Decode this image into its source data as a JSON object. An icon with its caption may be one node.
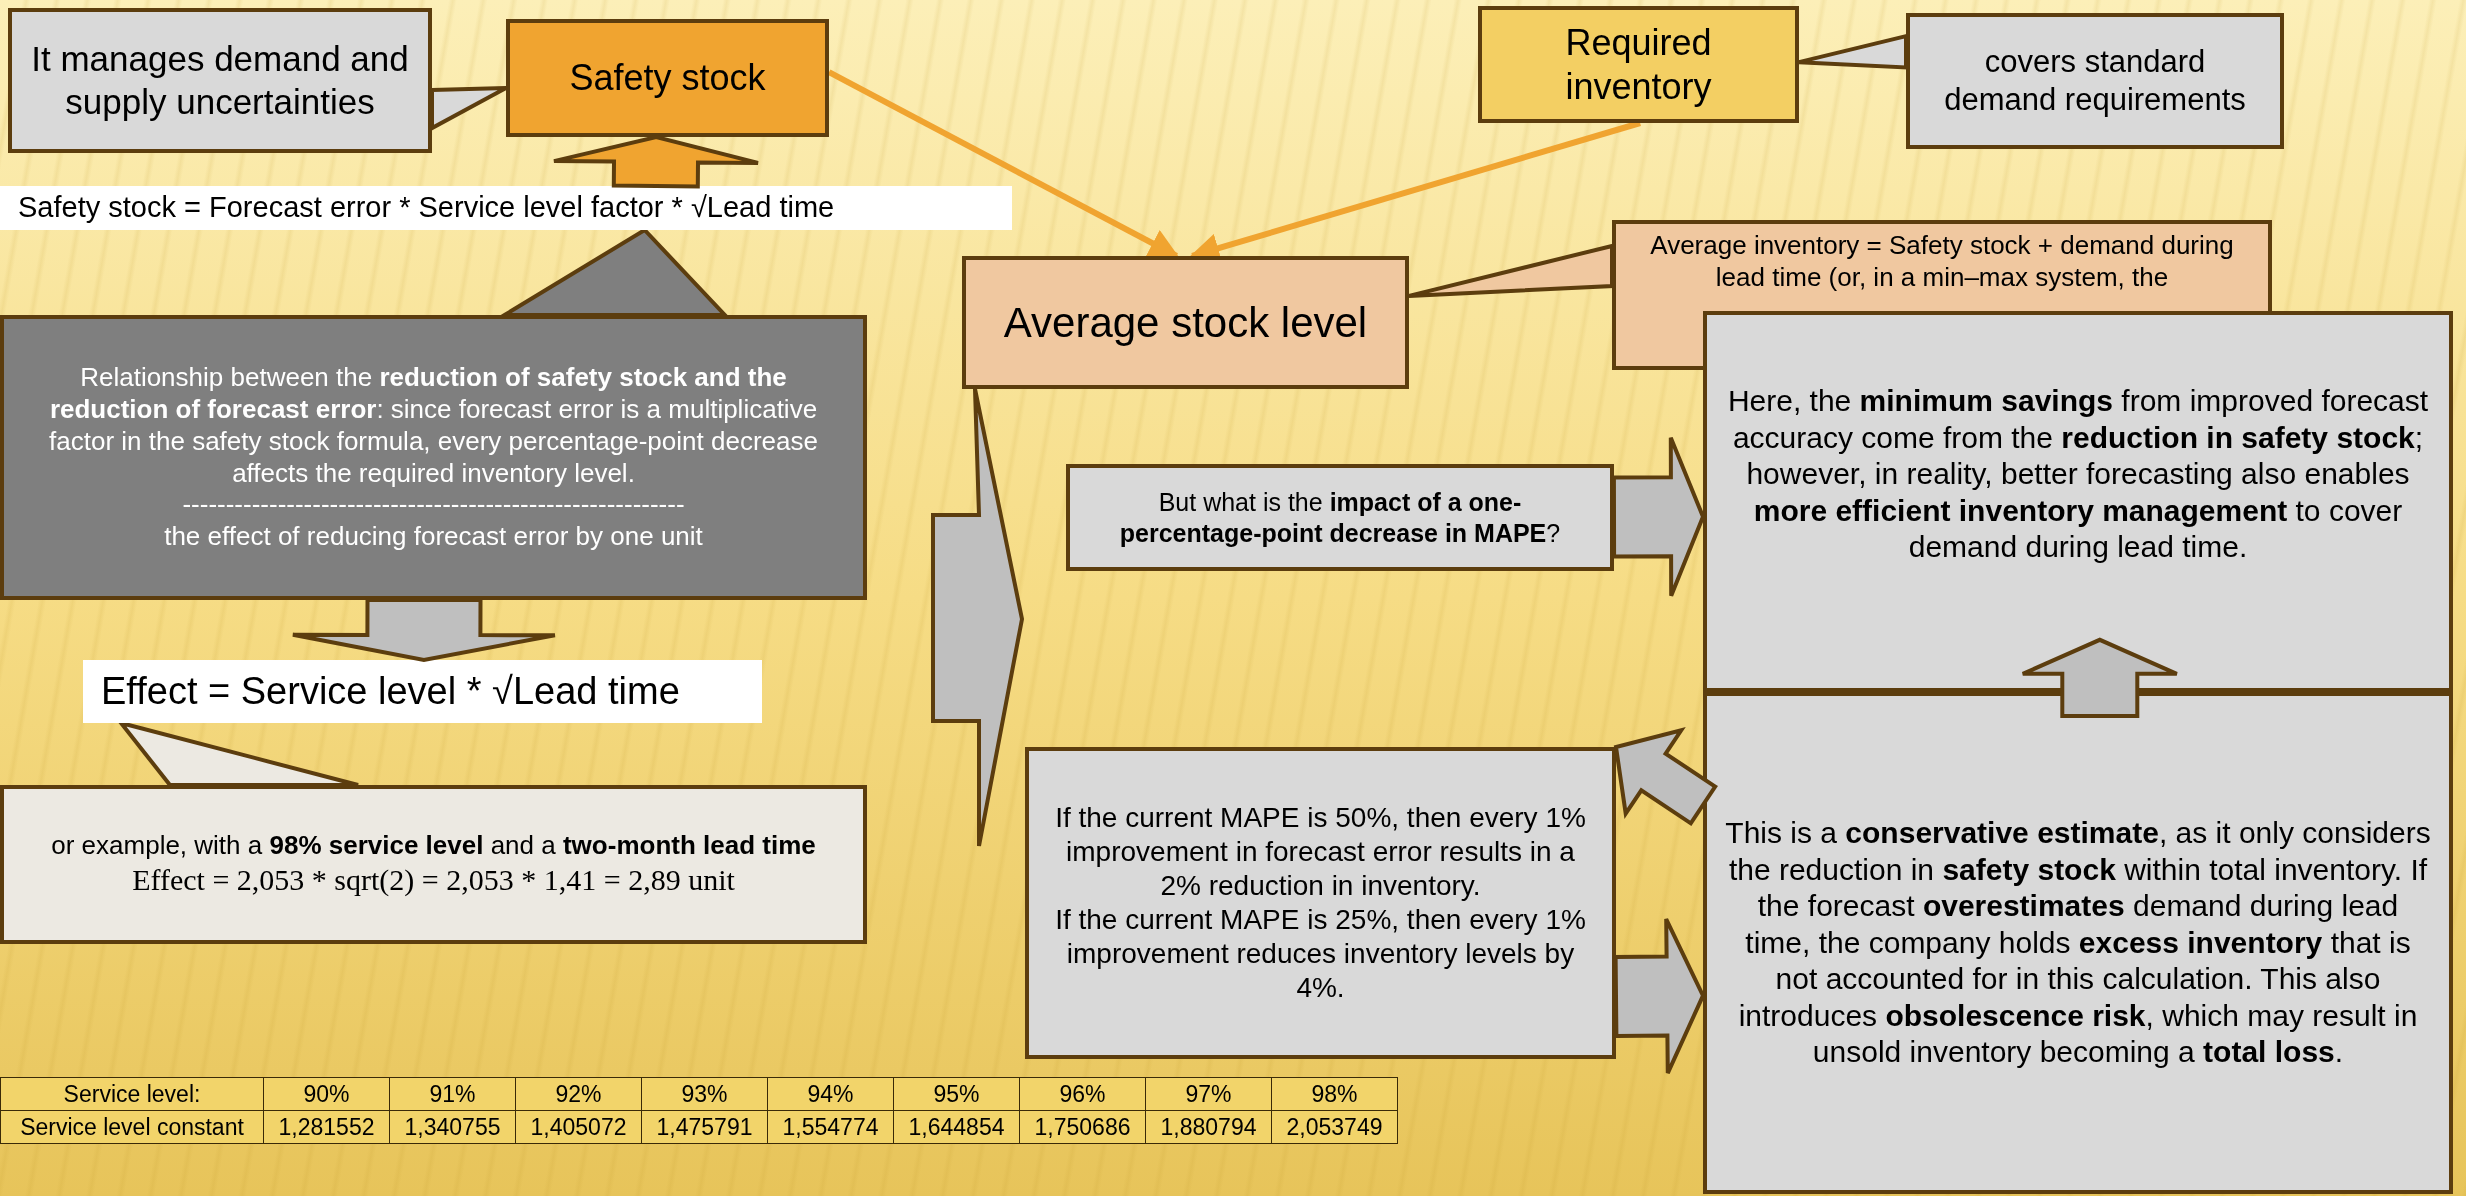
{
  "diagram": {
    "nodes": [
      {
        "text": [
          "It manages demand and supply uncertainties"
        ]
      },
      {
        "text": [
          "Safety stock"
        ]
      },
      {
        "text": [
          "Required inventory"
        ]
      },
      {
        "text": [
          "covers standard demand requirements"
        ]
      },
      {
        "text": [
          "Safety stock = Forecast error * Service level factor * √Lead time"
        ]
      },
      {
        "text": [
          "Relationship between the **reduction of safety stock and the reduction of forecast error**: since forecast error is a multiplicative factor in the safety stock formula, every percentage-point decrease affects the required inventory level.",
          "----------------------------------------------------------",
          "the effect of reducing forecast error by one unit"
        ]
      },
      {
        "text": [
          "Average stock level"
        ]
      },
      {
        "text": [
          "Average inventory = Safety stock + demand during lead time (or, in a min–max system, the"
        ]
      },
      {
        "text": [
          "But what is the **impact of a one-percentage-point decrease in MAPE**?"
        ]
      },
      {
        "text": [
          "Here, the **minimum savings** from improved forecast accuracy come from the **reduction in safety stock**; however, in reality, better forecasting also enables **more efficient inventory management** to cover demand during lead time."
        ]
      },
      {
        "text": [
          "Effect = Service level * √Lead time"
        ]
      },
      {
        "text": [
          "or example, with a **98% service level** and a **two-month lead time**",
          "Effect = 2,053 * sqrt(2) = 2,053 * 1,41 = 2,89 unit"
        ]
      },
      {
        "text": [
          "If the current MAPE is 50%, then every 1% improvement in forecast error results in a 2% reduction in inventory.",
          "If the current MAPE is 25%, then every 1% improvement reduces inventory levels by 4%."
        ]
      },
      {
        "text": [
          "This is a **conservative estimate**, as it only considers the reduction in **safety stock** within total inventory. If the forecast **overestimates** demand during lead time, the company holds **excess inventory** that is not accounted for in this calculation. This also introduces **obsolescence risk**, which may result in unsold inventory becoming a **total loss**."
        ]
      }
    ],
    "edges": [
      {
        "from": 0,
        "to": 1,
        "arrow": "none"
      },
      {
        "from": 3,
        "to": 2,
        "arrow": "none"
      },
      {
        "from": 1,
        "to": 6,
        "arrow": "to",
        "color": "#f0a430"
      },
      {
        "from": 2,
        "to": 6,
        "arrow": "to",
        "color": "#f0a430"
      },
      {
        "from": 4,
        "to": 1,
        "arrow": "to",
        "color": "#f0a430"
      },
      {
        "from": 5,
        "to": 4,
        "arrow": "none"
      },
      {
        "from": 7,
        "to": 6,
        "arrow": "none"
      },
      {
        "from": 5,
        "to": 10,
        "arrow": "to"
      },
      {
        "from": 11,
        "to": 10,
        "arrow": "none"
      },
      {
        "from": 6,
        "to": 8,
        "arrow": "to"
      },
      {
        "from": 6,
        "to": 12,
        "arrow": "to"
      },
      {
        "from": 8,
        "to": 9,
        "arrow": "to"
      },
      {
        "from": 13,
        "to": 12,
        "arrow": "to"
      },
      {
        "from": 12,
        "to": 13,
        "arrow": "to"
      },
      {
        "from": 13,
        "to": 9,
        "arrow": "to"
      }
    ],
    "labels": [
      "Service level:",
      "90%",
      "91%",
      "92%",
      "93%",
      "94%",
      "95%",
      "96%",
      "97%",
      "98%",
      "Service level constant",
      "1,281552",
      "1,340755",
      "1,405072",
      "1,475791",
      "1,554774",
      "1,644854",
      "1,750686",
      "1,880794",
      "2,053749"
    ]
  }
}
